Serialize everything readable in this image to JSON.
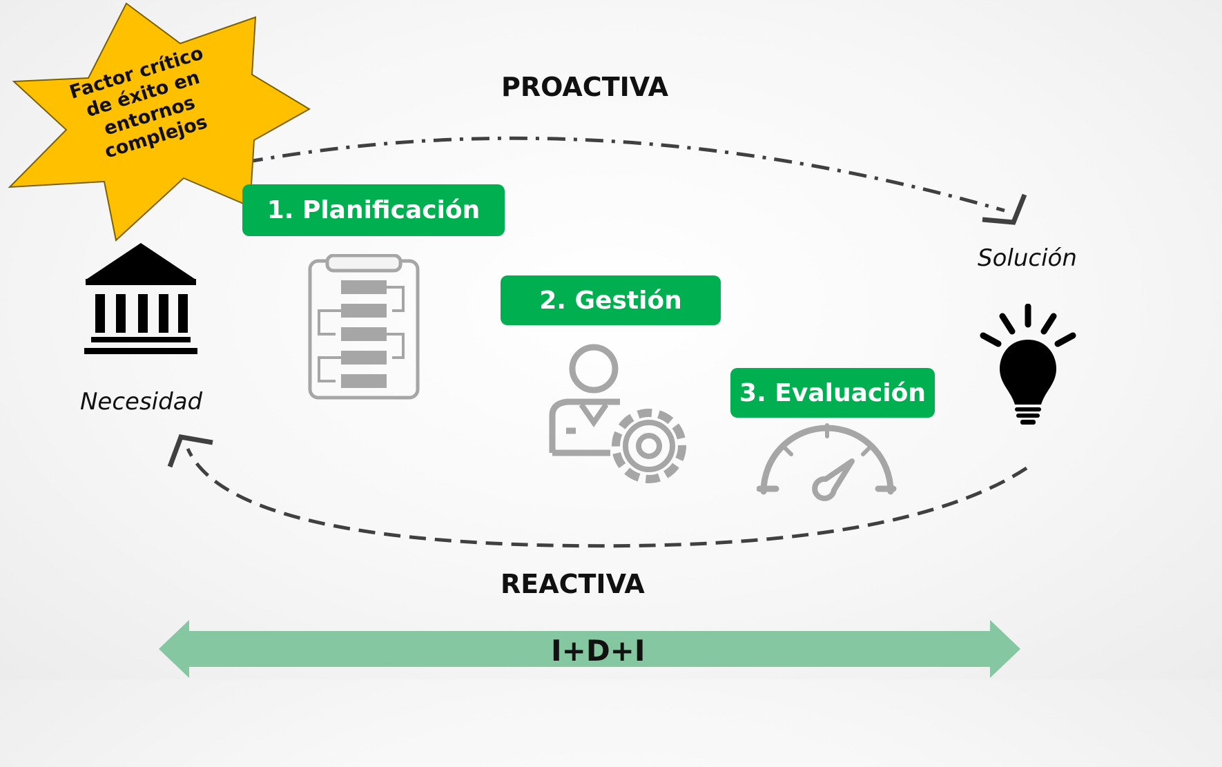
{
  "star": {
    "text_lines": [
      "Factor crítico",
      "de éxito en",
      "entornos",
      "complejos"
    ]
  },
  "flows": {
    "top_label": "PROACTIVA",
    "bottom_label": "REACTIVA"
  },
  "nodes": {
    "start_label": "Necesidad",
    "end_label": "Solución"
  },
  "steps": [
    {
      "label": "1. Planificación",
      "icon": "clipboard-flow-icon"
    },
    {
      "label": "2. Gestión",
      "icon": "person-gear-icon"
    },
    {
      "label": "3. Evaluación",
      "icon": "gauge-icon"
    }
  ],
  "bottom_band": {
    "label": "I+D+I"
  },
  "colors": {
    "step_green": "#00b050",
    "band_green": "#84c7a0",
    "star_yellow": "#ffc000",
    "icon_gray": "#a6a6a6"
  }
}
